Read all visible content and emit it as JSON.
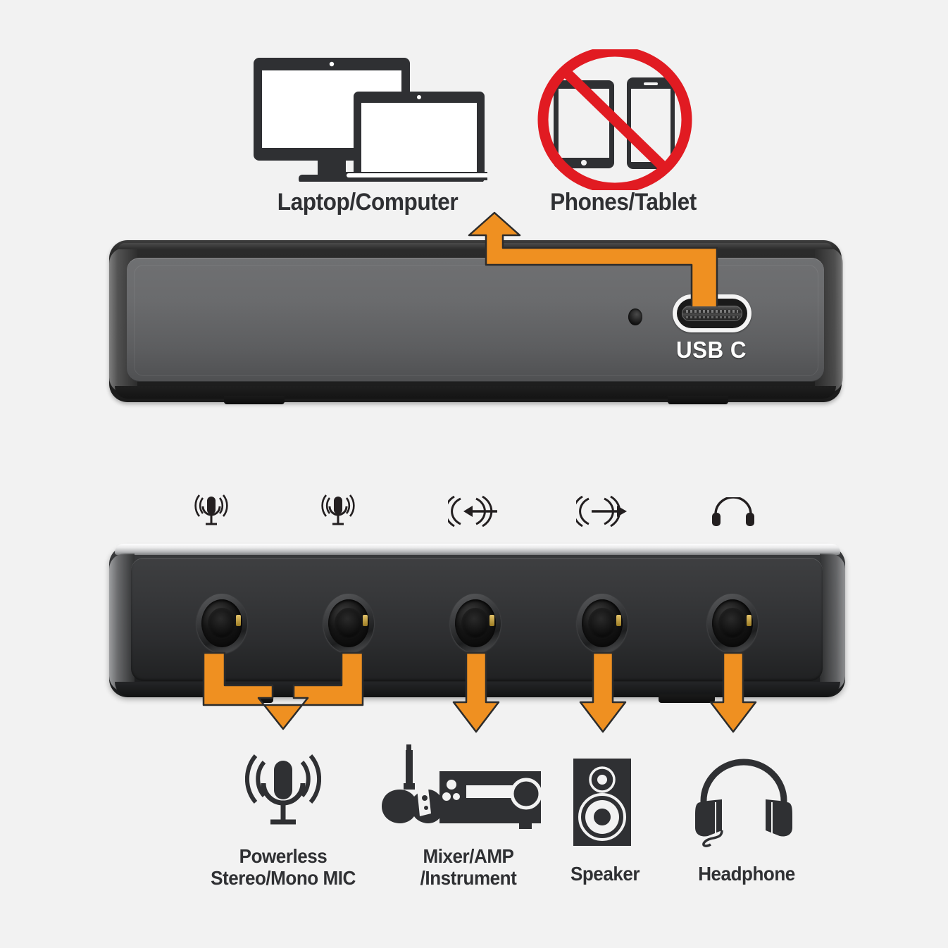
{
  "page": {
    "background_color": "#f2f2f2",
    "accent_orange": "#ef9021",
    "prohibit_red": "#e11b22",
    "icon_dark": "#2f3033"
  },
  "top_section": {
    "items": [
      {
        "id": "laptop-computer",
        "label": "Laptop/Computer",
        "icon": "monitor-laptop-icon",
        "allowed": true
      },
      {
        "id": "phones-tablet",
        "label": "Phones/Tablet",
        "icon": "phone-tablet-prohibited-icon",
        "allowed": false
      }
    ]
  },
  "device_front": {
    "name": "USB-C side of audio interface",
    "port_label": "USB C",
    "port_icon": "usb-c-port-icon",
    "led_icon": "led-indicator-icon"
  },
  "port_icons": {
    "items": [
      {
        "id": "mic-1",
        "icon": "microphone-icon"
      },
      {
        "id": "mic-2",
        "icon": "microphone-icon"
      },
      {
        "id": "line-in",
        "icon": "line-in-arrow-icon"
      },
      {
        "id": "line-out",
        "icon": "line-out-arrow-icon"
      },
      {
        "id": "headphone",
        "icon": "headphone-icon"
      }
    ]
  },
  "device_rear": {
    "name": "Jack side of audio interface",
    "jacks": [
      {
        "id": "jack-1",
        "icon": "trs-jack-icon"
      },
      {
        "id": "jack-2",
        "icon": "trs-jack-icon"
      },
      {
        "id": "jack-3",
        "icon": "trs-jack-icon"
      },
      {
        "id": "jack-4",
        "icon": "trs-jack-icon"
      },
      {
        "id": "jack-5",
        "icon": "trs-jack-icon"
      }
    ]
  },
  "bottom_section": {
    "items": [
      {
        "id": "mic",
        "label": "Powerless\nStereo/Mono MIC",
        "icon": "microphone-broadcast-icon"
      },
      {
        "id": "mixer",
        "label": "Mixer/AMP\n/Instrument",
        "icon": "guitar-amp-icon"
      },
      {
        "id": "speaker",
        "label": "Speaker",
        "icon": "studio-speaker-icon"
      },
      {
        "id": "headphone",
        "label": "Headphone",
        "icon": "over-ear-headphone-icon"
      }
    ]
  }
}
